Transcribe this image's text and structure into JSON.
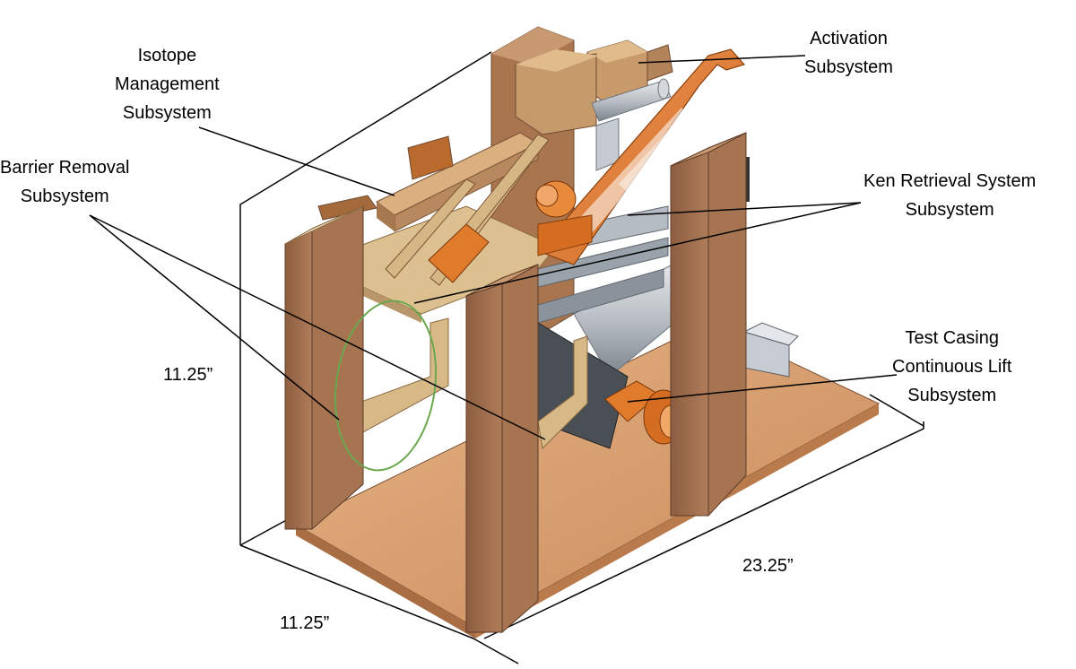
{
  "labels": {
    "isotope_management": [
      "Isotope",
      "Management",
      "Subsystem"
    ],
    "activation": [
      "Activation",
      "Subsystem"
    ],
    "barrier_removal": [
      "Barrier Removal",
      "Subsystem"
    ],
    "ken_retrieval": [
      "Ken Retrieval System",
      "Subsystem"
    ],
    "test_casing": [
      "Test Casing",
      "Continuous Lift",
      "Subsystem"
    ]
  },
  "dimensions": {
    "height": "11.25”",
    "depth": "11.25”",
    "width": "23.25”"
  },
  "colors": {
    "wood_dark": "#9a6a4b",
    "wood_light": "#c9a27e",
    "plywood": "#d8b988",
    "floor": "#d9a070",
    "copper": "#e07b2c",
    "metal": "#9aa3ab",
    "highlight_ring": "#6aa84f"
  }
}
